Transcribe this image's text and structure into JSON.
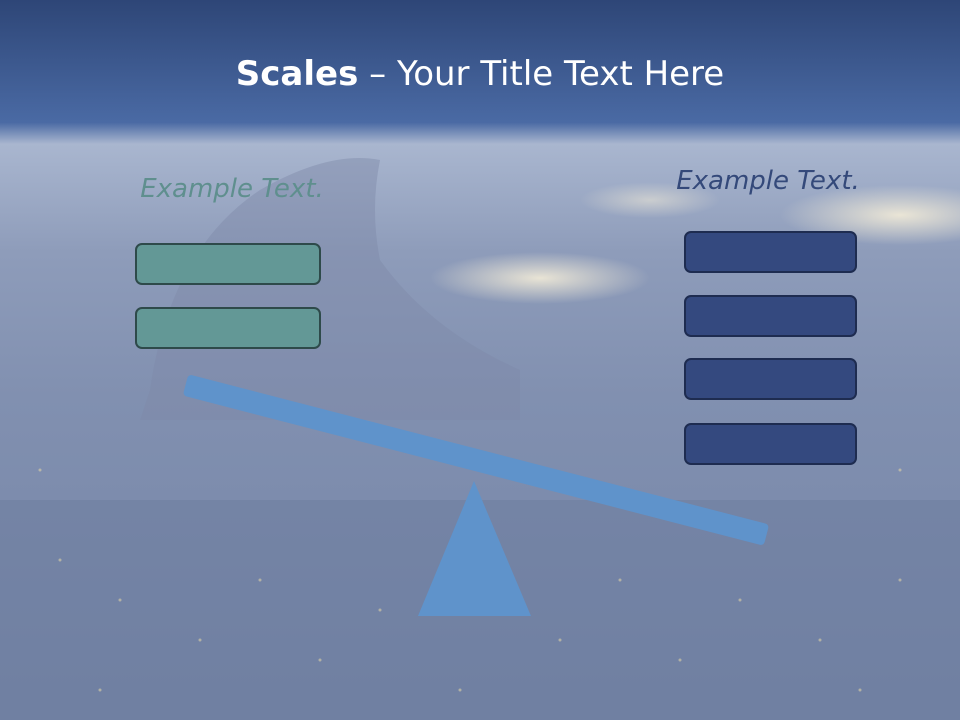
{
  "title": {
    "bold": "Scales",
    "rest": " – Your Title Text Here"
  },
  "left": {
    "label": "Example Text."
  },
  "right": {
    "label": "Example Text."
  },
  "colors": {
    "header_top": "#2e4677",
    "header_bottom": "#4a6aa4",
    "beam": "#5f93cb",
    "left_box": "#639896",
    "right_box": "#34497f"
  }
}
